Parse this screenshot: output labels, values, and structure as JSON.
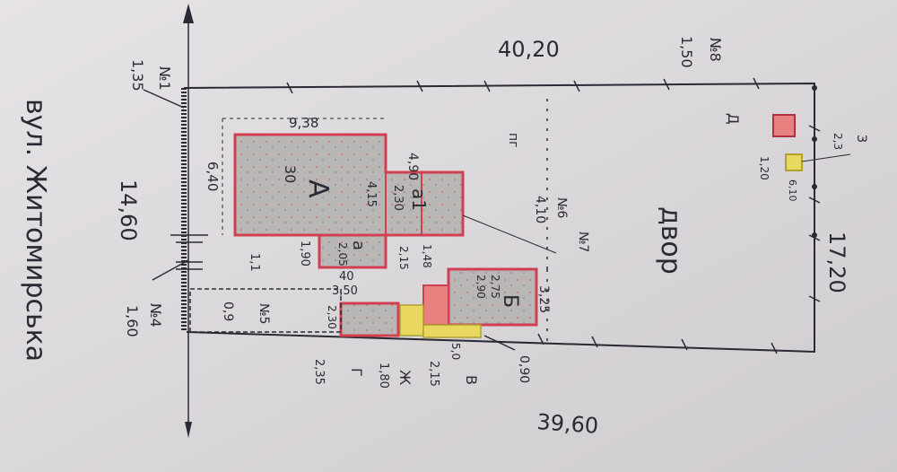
{
  "street_label": "вул. Житомирська",
  "plot": {
    "top_length": "40,20",
    "bottom_length": "39,60",
    "left_width": "14,60",
    "right_width": "17,20",
    "yard_label": "двор"
  },
  "points": [
    {
      "id": "№1",
      "value": "1,35"
    },
    {
      "id": "№4",
      "value": "1,60"
    },
    {
      "id": "№5",
      "value": "0,9"
    },
    {
      "id": "№6",
      "value": "4,10"
    },
    {
      "id": "№7",
      "value": "3,25"
    },
    {
      "id": "№8",
      "value": "1,50"
    }
  ],
  "buildings": {
    "A": {
      "label": "А",
      "floors": "30",
      "length": "9,38",
      "width": "6,40",
      "extra": "4,15"
    },
    "a1": {
      "label": "а1",
      "dims": "2,30",
      "length": "4,90"
    },
    "a": {
      "label": "а",
      "dims": "2,05",
      "width": "1,90",
      "depth": "40"
    },
    "B": {
      "label": "Б",
      "dims": "2,90",
      "extra": "2,75",
      "w1": "1,48",
      "w2": "2,15"
    },
    "G": {
      "label": "Г",
      "length": "3,50",
      "width": "2,30",
      "dim": "2,35"
    },
    "Zh": {
      "label": "Ж",
      "dim": "1,80"
    },
    "V": {
      "label": "В",
      "dim": "2,15",
      "extra": "5,0"
    },
    "D": {
      "label": "Д"
    },
    "Z": {
      "label": "З",
      "dim": "2,3",
      "width": "1,20",
      "extra": "6,10"
    },
    "pg": {
      "label": "пг",
      "dim": "2,30"
    }
  },
  "misc": {
    "gate_dim": "0,90",
    "small_dim": "1,1",
    "left_dim": "6,40",
    "mid_dim": "2,15"
  }
}
